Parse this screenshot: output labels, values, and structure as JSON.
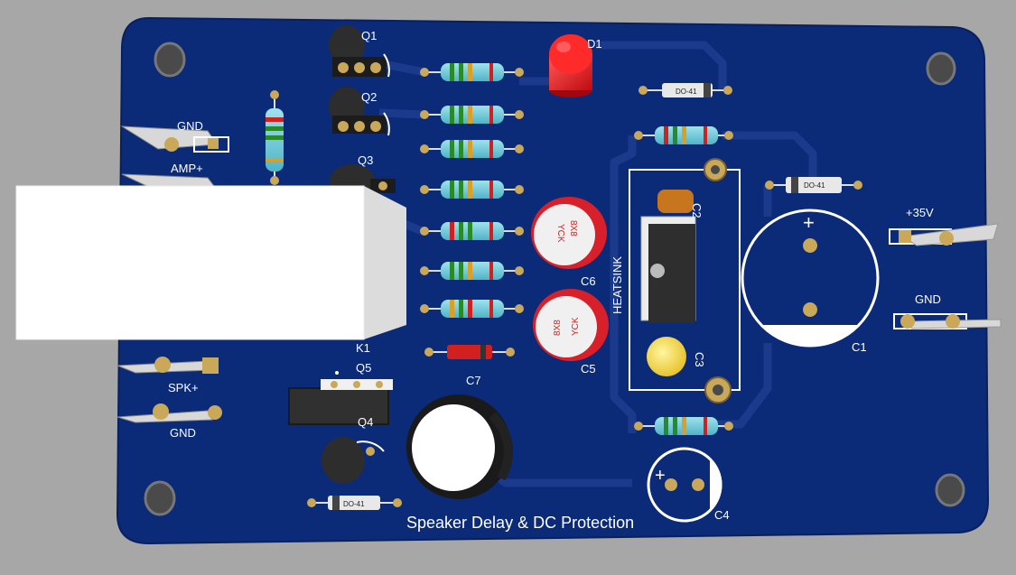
{
  "board": {
    "title": "Speaker Delay & DC Protection",
    "colors": {
      "background": "#a7a7a7",
      "board": "#0b2a78",
      "trace": "#1c3a8c",
      "silk": "#ffffff",
      "pad": "#c9a85a",
      "led": "#e8141c"
    }
  },
  "labels": {
    "q1": "Q1",
    "q2": "Q2",
    "q3": "Q3",
    "q4": "Q4",
    "q5": "Q5",
    "d1": "D1",
    "k1": "K1",
    "c1": "C1",
    "c2": "C2",
    "c3": "C3",
    "c4": "C4",
    "c5": "C5",
    "c6": "C6",
    "c7": "C7",
    "heatsink": "HEATSINK",
    "gnd_top": "GND",
    "amp_plus": "AMP+",
    "spk_plus": "SPK+",
    "gnd_bottom": "GND",
    "plus35v": "+35V",
    "gnd_right": "GND",
    "plus_sign": "+"
  },
  "markings": {
    "diode": "DO-41",
    "cap_value": "8X8",
    "cap_brand": "YCK"
  }
}
